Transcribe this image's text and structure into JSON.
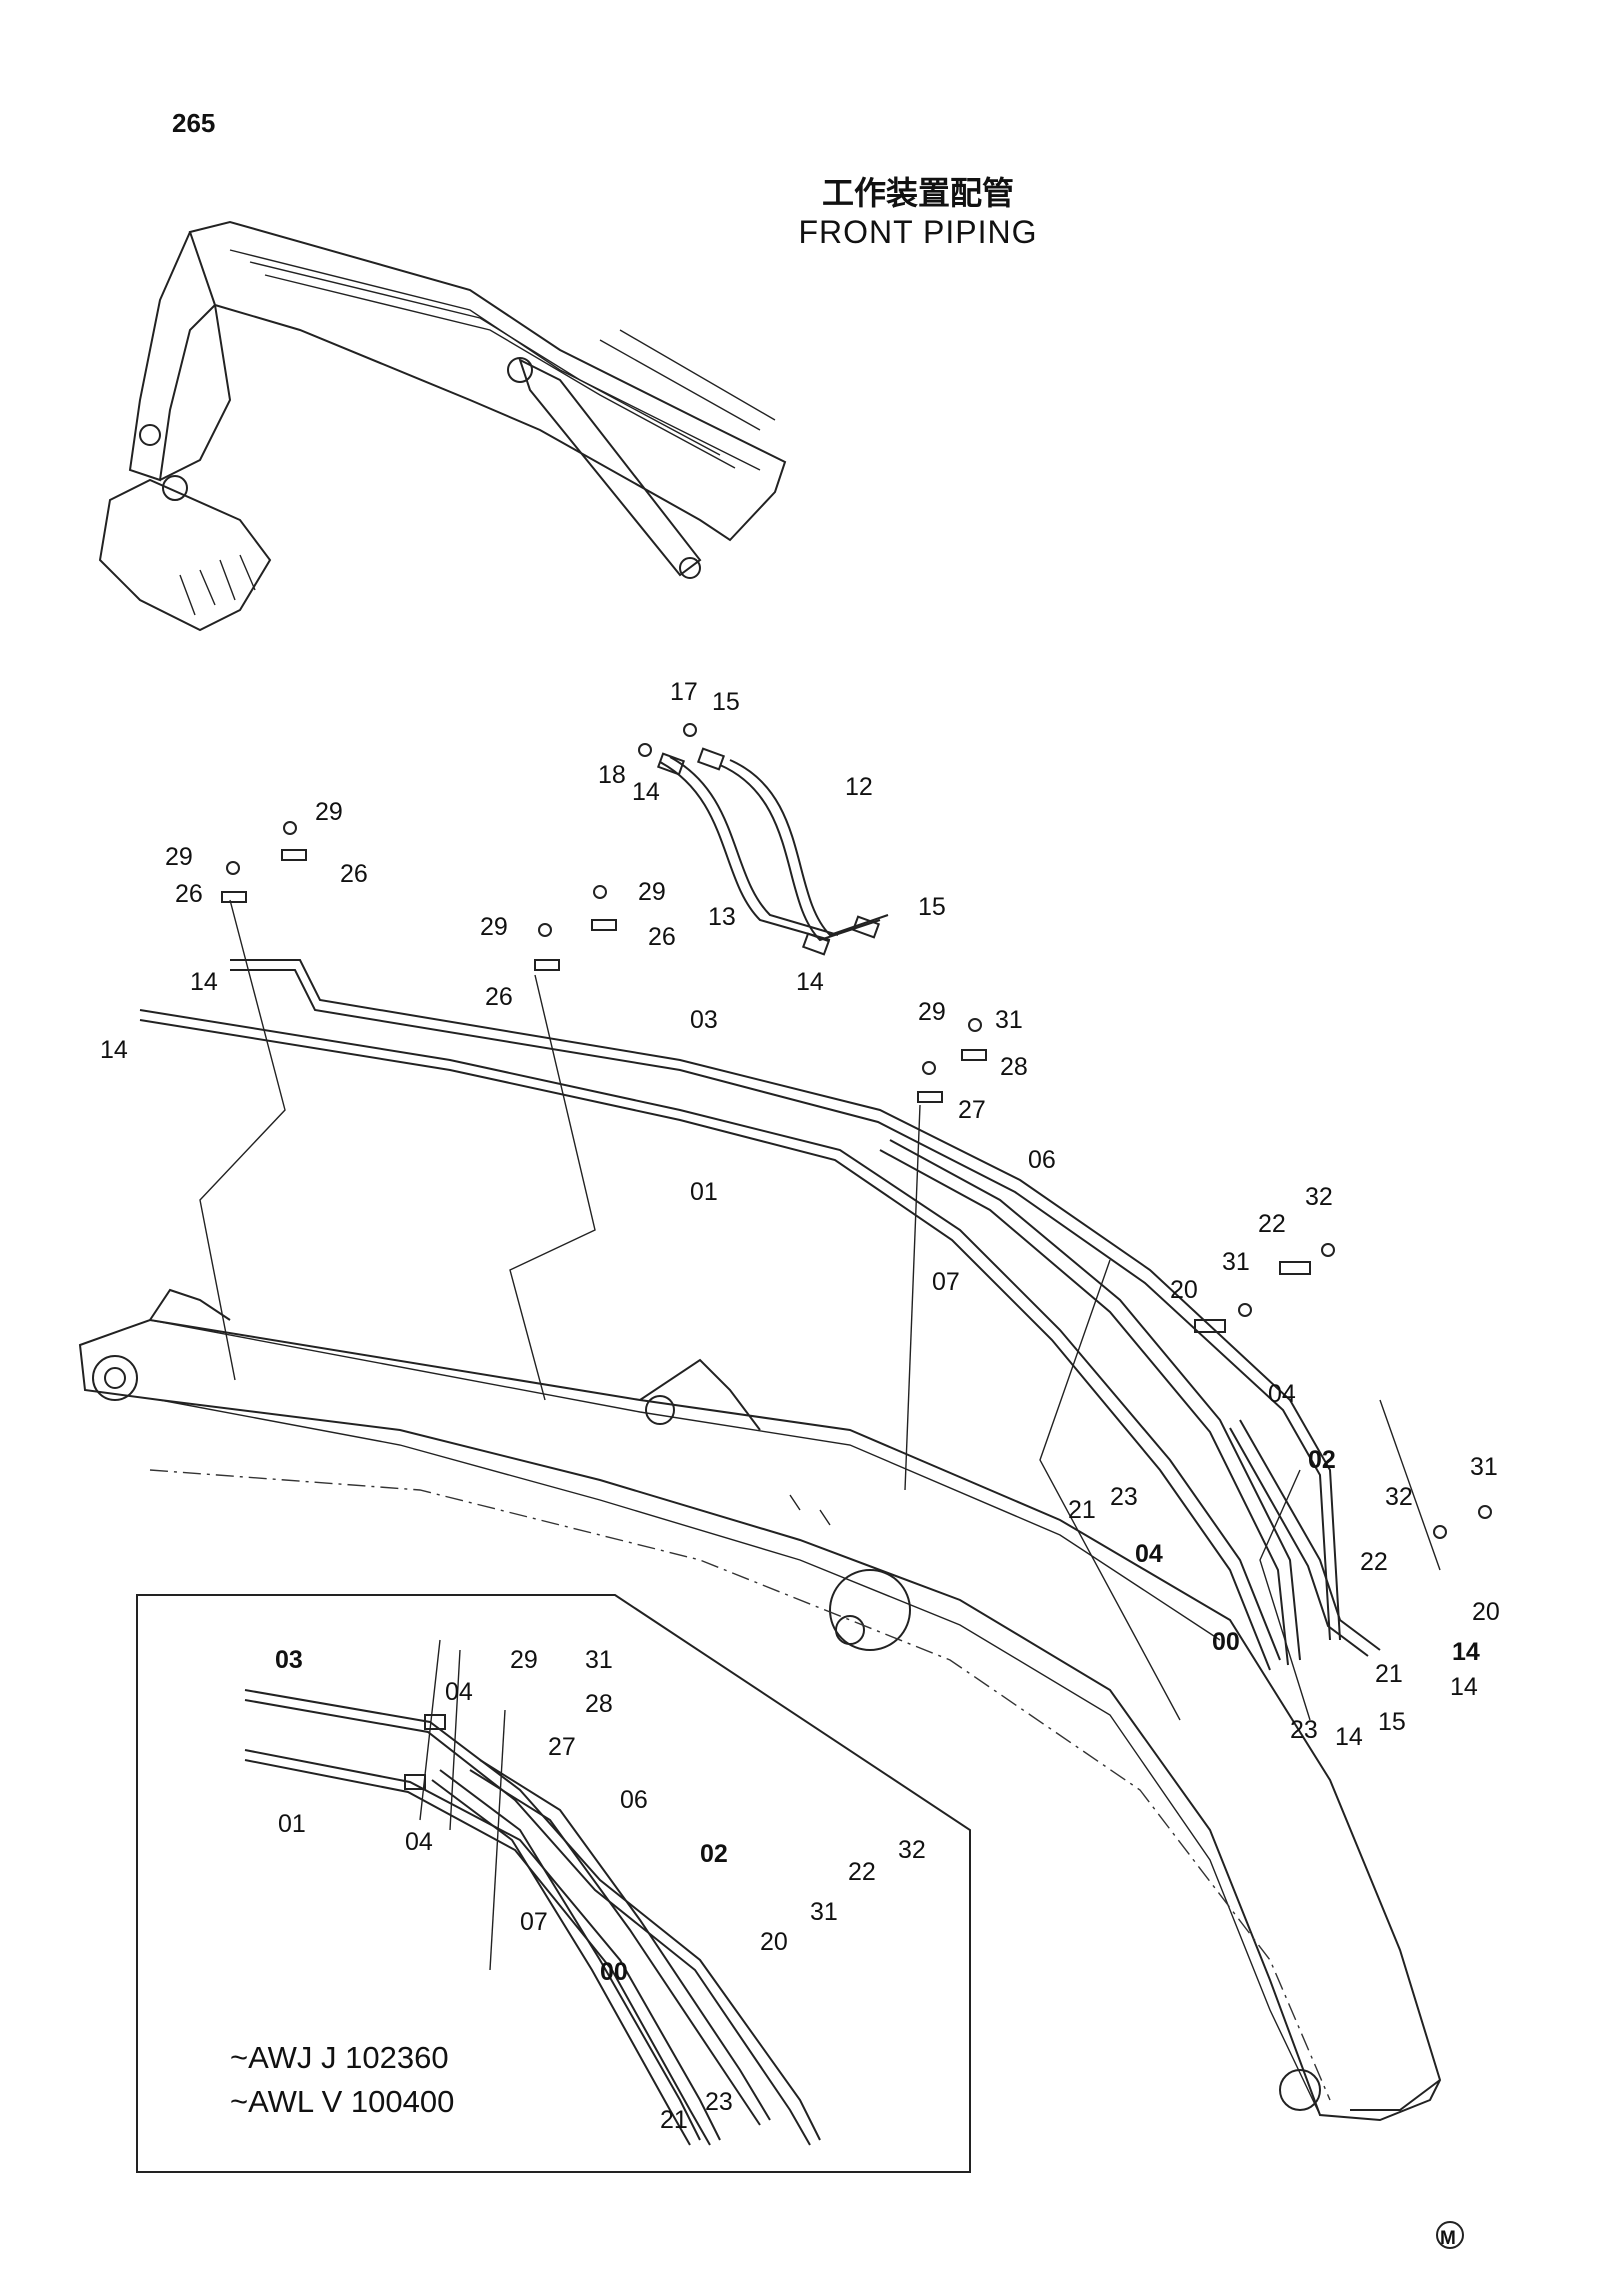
{
  "page_number": "265",
  "title_cn": "工作装置配管",
  "title_en": "FRONT PIPING",
  "main_labels": {
    "n17": "17",
    "n15a": "15",
    "n18": "18",
    "n14a": "14",
    "n12": "12",
    "n13": "13",
    "n15b": "15",
    "n14b": "14",
    "n29a": "29",
    "n26a": "26",
    "n29b": "29",
    "n26b": "26",
    "n14c": "14",
    "n14d": "14",
    "n29c": "29",
    "n26c": "26",
    "n29d": "29",
    "n26d": "26",
    "n03": "03",
    "n01": "01",
    "n29e": "29",
    "n31a": "31",
    "n28": "28",
    "n27": "27",
    "n06": "06",
    "n07": "07",
    "n22a": "22",
    "n32a": "32",
    "n31b": "31",
    "n20a": "20",
    "n04a": "04",
    "n02": "02",
    "n21a": "21",
    "n23a": "23",
    "n04b": "04",
    "n00": "00",
    "n31c": "31",
    "n32b": "32",
    "n22b": "22",
    "n20b": "20",
    "n14e": "14",
    "n21b": "21",
    "n14f": "14",
    "n23b": "23",
    "n14g": "14",
    "n15c": "15"
  },
  "inset": {
    "serial_1": "~AWJ J 102360",
    "serial_2": "~AWL V 100400",
    "labels": {
      "n03": "03",
      "n01": "01",
      "n04a": "04",
      "n04b": "04",
      "n29": "29",
      "n31a": "31",
      "n28": "28",
      "n27": "27",
      "n06": "06",
      "n02": "02",
      "n07": "07",
      "n00": "00",
      "n22": "22",
      "n32": "32",
      "n31b": "31",
      "n20": "20",
      "n21": "21",
      "n23": "23"
    }
  },
  "mark": "M"
}
